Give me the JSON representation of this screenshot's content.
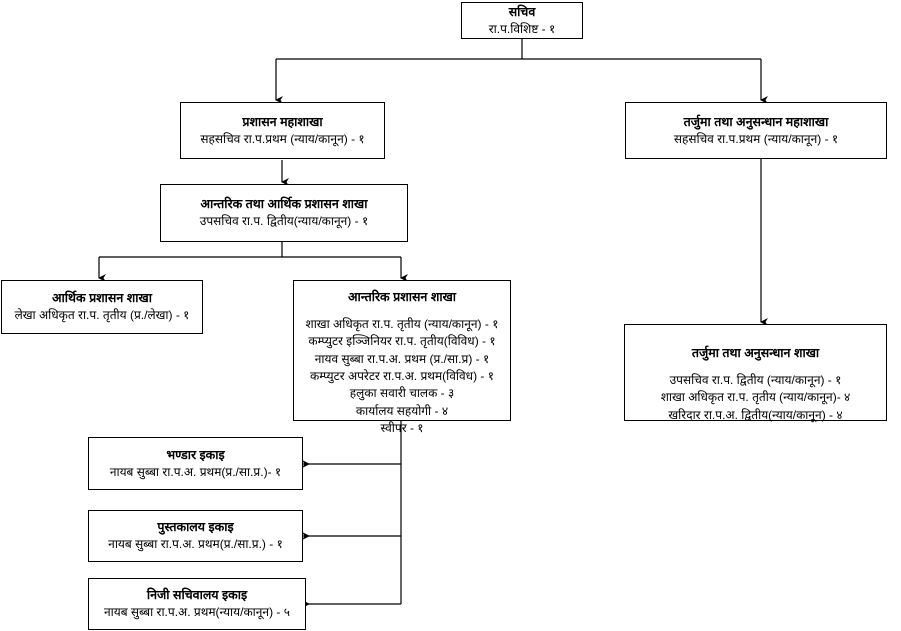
{
  "chart": {
    "type": "org-chart",
    "language": "Nepali",
    "background_color": "#ffffff",
    "line_color": "#000000",
    "nodes": [
      {
        "id": "secretary",
        "title": "सचिव",
        "lines": [
          "रा.प.विशिष्ट - १"
        ]
      },
      {
        "id": "administration-division",
        "title": "प्रशासन महाशाखा",
        "lines": [
          "सहसचिव रा.प.प्रथम (न्याय/कानून) - १"
        ]
      },
      {
        "id": "translation-research-division",
        "title": "तर्जुमा तथा अनुसन्धान महाशाखा",
        "lines": [
          "सहसचिव रा.प.प्रथम (न्याय/कानून) - १"
        ]
      },
      {
        "id": "internal-financial-admin-section",
        "title": "आन्तरिक तथा आर्थिक प्रशासन शाखा",
        "lines": [
          "उपसचिव रा.प. द्वितीय(न्याय/कानून) - १"
        ]
      },
      {
        "id": "financial-admin-section",
        "title": "आर्थिक प्रशासन शाखा",
        "lines": [
          "लेखा अधिकृत रा.प. तृतीय (प्र./लेखा) - १"
        ]
      },
      {
        "id": "internal-admin-section",
        "title": "आन्तरिक प्रशासन शाखा",
        "lines": [
          "शाखा अधिकृत रा.प. तृतीय (न्याय/कानून) - १",
          "कम्प्युटर इञ्जिनियर रा.प. तृतीय(विविध) - १",
          "नायव सुब्बा रा.प.अ. प्रथम (प्र./सा.प्र) - १",
          "कम्प्युटर अपरेटर रा.प.अ. प्रथम(विविध) - १",
          "हलुका सवारी चालक - ३",
          "कार्यालय सहयोगी - ४",
          "स्वीपर - १"
        ]
      },
      {
        "id": "translation-research-section",
        "title": "तर्जुमा तथा अनुसन्धान शाखा",
        "lines": [
          "उपसचिव रा.प. द्वितीय (न्याय/कानून) - १",
          "शाखा अधिकृत रा.प. तृतीय (न्याय/कानून)- ४",
          "खरिदार रा.प.अ. द्वितीय(न्याय/कानून) - ४"
        ]
      },
      {
        "id": "store-unit",
        "title": "भण्डार इकाइ",
        "lines": [
          "नायब सुब्बा रा.प.अ. प्रथम(प्र./सा.प्र.)- १"
        ]
      },
      {
        "id": "library-unit",
        "title": "पुस्तकालय इकाइ",
        "lines": [
          "नायब सुब्बा रा.प.अ. प्रथम(प्र./सा.प्र.) - १"
        ]
      },
      {
        "id": "private-secretariat-unit",
        "title": "निजी सचिवालय इकाइ",
        "lines": [
          "नायब सुब्बा रा.प.अ. प्रथम(न्याय/कानून) - ५"
        ]
      }
    ],
    "edges": [
      {
        "from": "secretary",
        "to": "administration-division"
      },
      {
        "from": "secretary",
        "to": "translation-research-division"
      },
      {
        "from": "administration-division",
        "to": "internal-financial-admin-section"
      },
      {
        "from": "internal-financial-admin-section",
        "to": "financial-admin-section"
      },
      {
        "from": "internal-financial-admin-section",
        "to": "internal-admin-section"
      },
      {
        "from": "translation-research-division",
        "to": "translation-research-section"
      },
      {
        "from": "internal-admin-section",
        "to": "store-unit"
      },
      {
        "from": "internal-admin-section",
        "to": "library-unit"
      },
      {
        "from": "internal-admin-section",
        "to": "private-secretariat-unit"
      }
    ]
  }
}
